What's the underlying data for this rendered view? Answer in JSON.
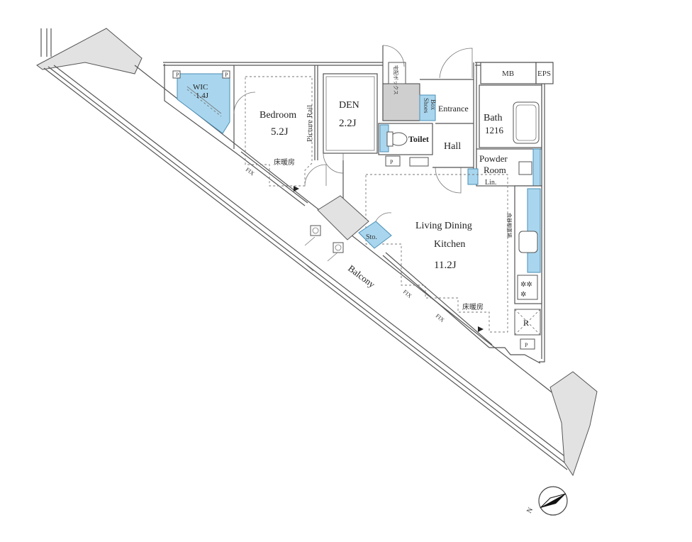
{
  "rooms": {
    "wic_name": "WIC",
    "wic_size": "1.4J",
    "bedroom_name": "Bedroom",
    "bedroom_size": "5.2J",
    "den_name": "DEN",
    "den_size": "2.2J",
    "toilet": "Toilet",
    "hall": "Hall",
    "entrance": "Entrance",
    "shoes_box_1": "Shoes",
    "shoes_box_2": "Box",
    "bath_name": "Bath",
    "bath_size": "1216",
    "powder_1": "Powder",
    "powder_2": "Room",
    "linen": "Lin.",
    "ldk_1": "Living Dining",
    "ldk_2": "Kitchen",
    "ldk_size": "11.2J",
    "storage": "Sto.",
    "balcony": "Balcony",
    "mb": "MB",
    "eps": "EPS"
  },
  "annotations": {
    "picture_rail": "Picture Rail",
    "floor_heating_1": "床暖房",
    "floor_heating_2": "床暖房",
    "fix_1": "FIX",
    "fix_2": "FIX",
    "fix_3": "FIX",
    "pipe_1": "P",
    "pipe_2": "P",
    "pipe_3": "P",
    "pipe_4": "P",
    "refrigerator": "R",
    "mailbox": "宅配ボックス",
    "kitchen_note": "食器棚置場"
  },
  "compass": {
    "north": "N"
  },
  "colors": {
    "storage_fill": "#a9d6ee",
    "wall_fill": "#e2e2e2",
    "line": "#555555"
  }
}
